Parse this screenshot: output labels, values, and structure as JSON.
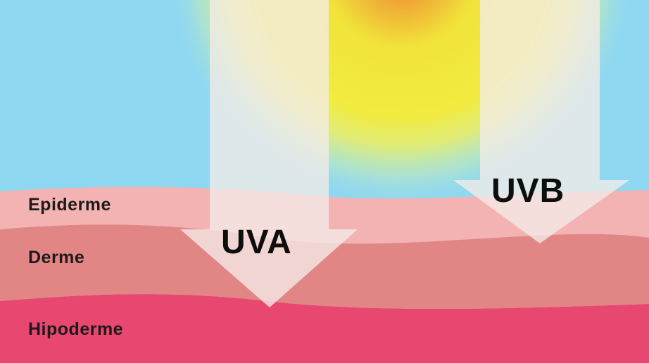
{
  "layers": {
    "epidermis": "Epiderme",
    "dermis": "Derme",
    "hypodermis": "Hipoderme"
  },
  "rays": {
    "uva": "UVA",
    "uvb": "UVB"
  },
  "colors": {
    "sky": "#8fd8f2",
    "sun_core": "#f1ea3a",
    "sun_center": "#f0a030",
    "epidermis": "#f3b3b2",
    "dermis": "#e18585",
    "hypodermis": "#e8476f",
    "arrow": "#f3ece8"
  },
  "icons": {
    "sun": "sun-icon",
    "uva_arrow": "down-arrow-icon",
    "uvb_arrow": "down-arrow-icon"
  }
}
